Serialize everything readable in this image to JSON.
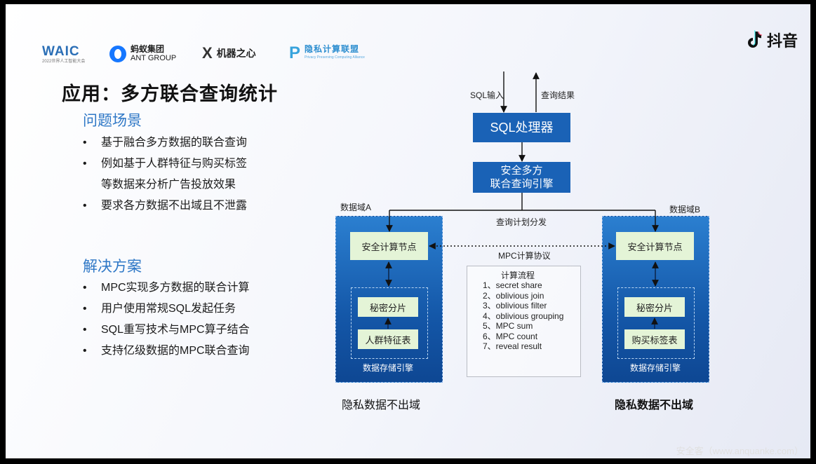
{
  "logos": {
    "waic": {
      "main": "WAIC",
      "sub": "2022世界人工智能大会"
    },
    "ant": {
      "cn": "蚂蚁集团",
      "en": "ANT GROUP"
    },
    "robot": {
      "mark": "X",
      "text": "机器之心"
    },
    "privacy": {
      "mark": "P",
      "cn": "隐私计算联盟",
      "en": "Privacy Preserving Computing Alliance"
    },
    "tiktok": {
      "label": "抖音"
    }
  },
  "title": "应用：多方联合查询统计",
  "problem": {
    "heading": "问题场景",
    "items": [
      "基于融合多方数据的联合查询",
      "例如基于人群特征与购买标签",
      "等数据来分析广告投放效果",
      "要求各方数据不出域且不泄露"
    ]
  },
  "solution": {
    "heading": "解决方案",
    "items": [
      "MPC实现多方数据的联合计算",
      "用户使用常规SQL发起任务",
      "SQL重写技术与MPC算子结合",
      "支持亿级数据的MPC联合查询"
    ]
  },
  "diagram": {
    "sql_input": "SQL输入",
    "query_result": "查询结果",
    "sql_processor": "SQL处理器",
    "engine_line1": "安全多方",
    "engine_line2": "联合查询引擎",
    "domain_a": "数据域A",
    "domain_b": "数据域B",
    "plan_dispatch": "查询计划分发",
    "mpc_protocol": "MPC计算协议",
    "secure_node_a": "安全计算节点",
    "secure_node_b": "安全计算节点",
    "secret_share_a": "秘密分片",
    "secret_share_b": "秘密分片",
    "table_a": "人群特征表",
    "table_b": "购买标签表",
    "storage_a": "数据存储引擎",
    "storage_b": "数据存储引擎",
    "flow_title": "计算流程",
    "flow_steps": [
      "1、secret share",
      "2、oblivious join",
      "3、oblivious filter",
      "4、oblivious grouping",
      "5、MPC sum",
      "6、MPC count",
      "7、reveal result"
    ],
    "caption_a": "隐私数据不出域",
    "caption_b": "隐私数据不出域"
  },
  "watermark": "安全客（www.anquanke.com）"
}
